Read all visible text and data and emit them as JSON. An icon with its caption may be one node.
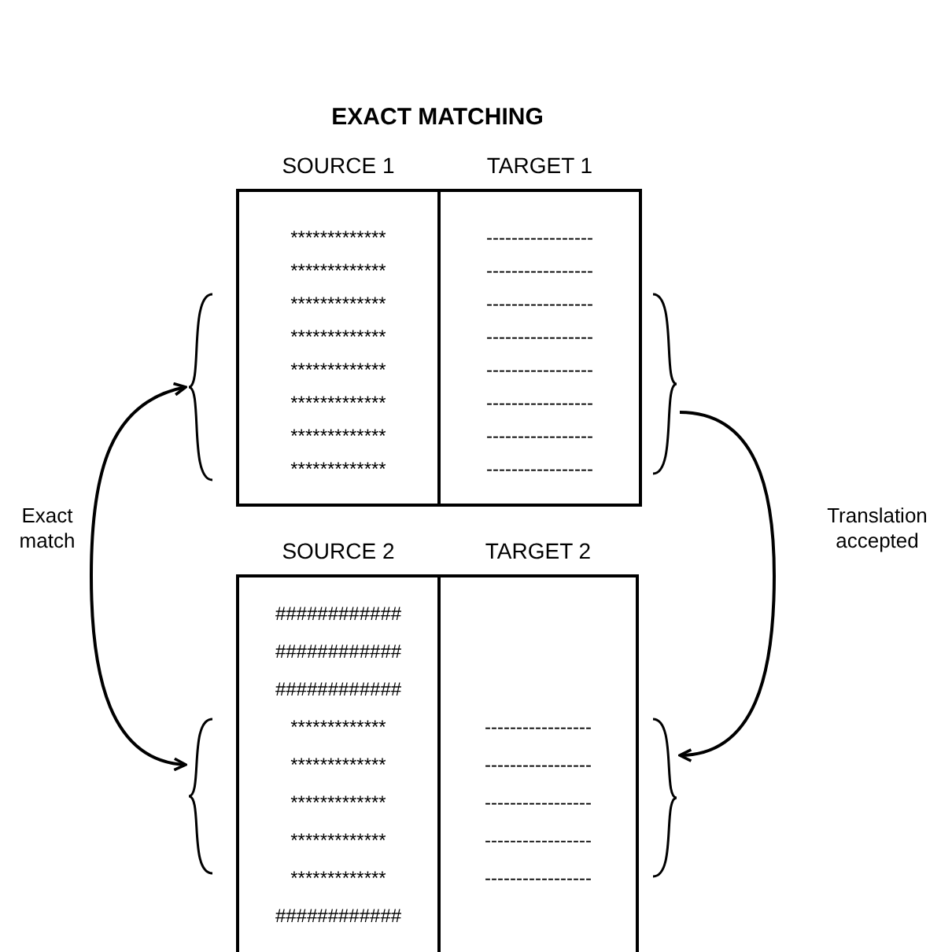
{
  "diagram": {
    "title": "EXACT MATCHING",
    "nodes": [
      {
        "text": [
          "SOURCE 1",
          "*************",
          "*************",
          "*************",
          "*************",
          "*************",
          "*************",
          "*************",
          "*************"
        ]
      },
      {
        "text": [
          "TARGET 1",
          "-----------------",
          "-----------------",
          "-----------------",
          "-----------------",
          "-----------------",
          "-----------------",
          "-----------------",
          "-----------------"
        ]
      },
      {
        "text": [
          "SOURCE 2",
          "############",
          "############",
          "############",
          "*************",
          "*************",
          "*************",
          "*************",
          "*************",
          "############"
        ]
      },
      {
        "text": [
          "TARGET 2",
          "-----------------",
          "-----------------",
          "-----------------",
          "-----------------",
          "-----------------"
        ]
      },
      {
        "text": [],
        "shape": "brace"
      },
      {
        "text": [],
        "shape": "brace"
      },
      {
        "text": [],
        "shape": "brace"
      },
      {
        "text": [],
        "shape": "brace"
      }
    ],
    "edges": [
      {
        "from": 4,
        "to": 6,
        "arrow": "both",
        "label": "Exact match"
      },
      {
        "from": 5,
        "to": 7,
        "arrow": "to",
        "label": "Translation accepted"
      }
    ]
  }
}
